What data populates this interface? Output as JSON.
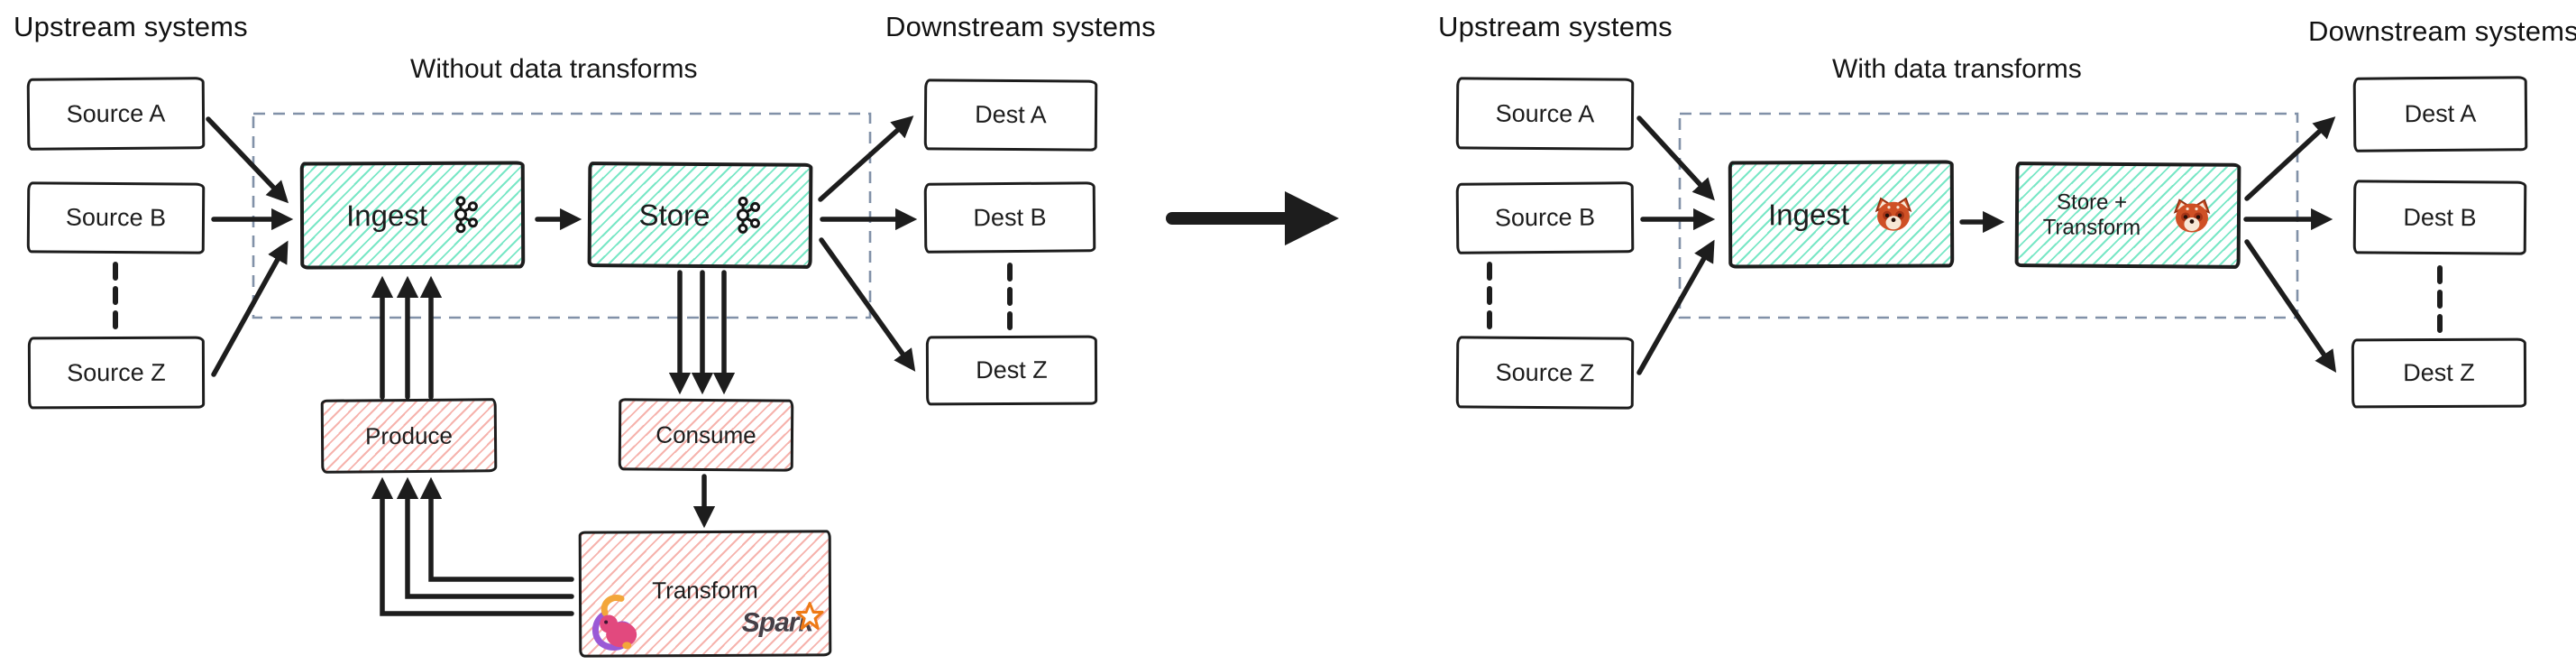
{
  "colors": {
    "ink": "#1d1d1d",
    "teal_hatch": "#79e7c6",
    "pink_hatch": "#f6b3ad",
    "dashed_border": "#8191a8",
    "spark_orange": "#ee7a16",
    "redpanda_orange": "#cf5025",
    "flink_pink": "#e2497e"
  },
  "left": {
    "upstream_heading": "Upstream systems",
    "downstream_heading": "Downstream systems",
    "title": "Without data transforms",
    "sources": [
      "Source A",
      "Source B",
      "Source Z"
    ],
    "dests": [
      "Dest A",
      "Dest B",
      "Dest Z"
    ],
    "ingest_label": "Ingest",
    "store_label": "Store",
    "produce_label": "Produce",
    "consume_label": "Consume",
    "transform_label": "Transform",
    "spark_wordmark": "Spark",
    "icons": {
      "ingest": "kafka-icon",
      "store": "kafka-icon",
      "transform": [
        "flink-icon",
        "spark-icon"
      ]
    }
  },
  "right": {
    "upstream_heading": "Upstream systems",
    "downstream_heading": "Downstream systems",
    "title": "With data transforms",
    "sources": [
      "Source A",
      "Source B",
      "Source Z"
    ],
    "dests": [
      "Dest A",
      "Dest B",
      "Dest Z"
    ],
    "ingest_label": "Ingest",
    "store_transform_line1": "Store +",
    "store_transform_line2": "Transform",
    "icons": {
      "ingest": "redpanda-icon",
      "store_transform": "redpanda-icon"
    }
  }
}
